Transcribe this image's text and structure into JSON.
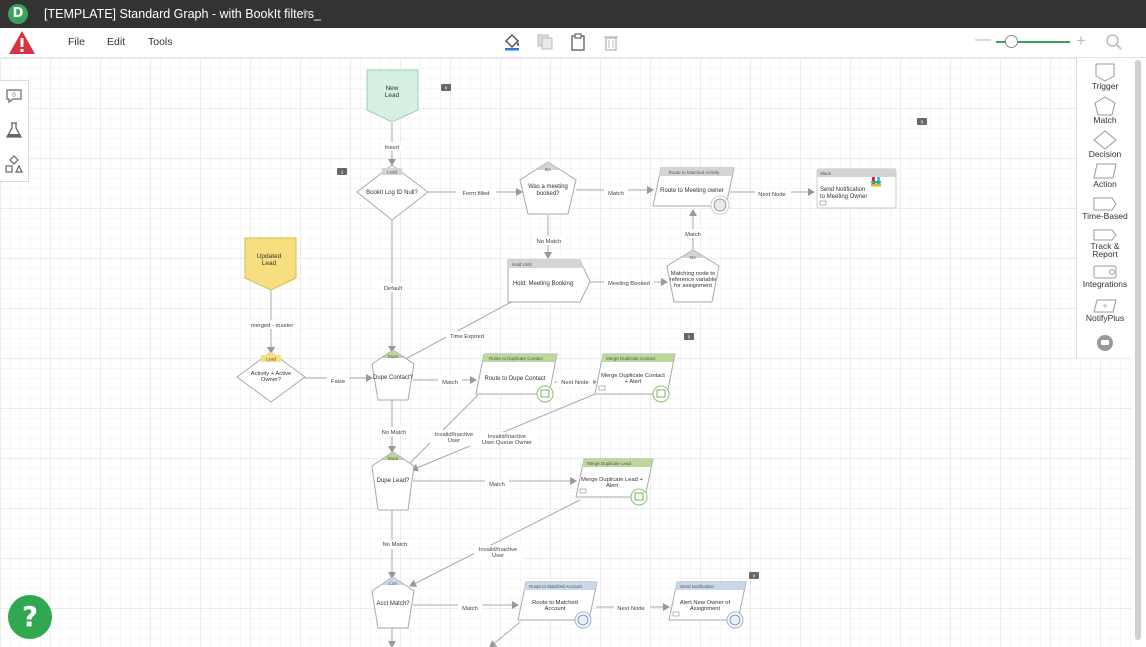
{
  "app": {
    "logo": "D",
    "title": "[TEMPLATE] Standard Graph - with BookIt filters_"
  },
  "menu": {
    "file": "File",
    "edit": "Edit",
    "tools": "Tools"
  },
  "icons": {
    "warning": "warning-triangle-icon",
    "paint": "paint-bucket-icon",
    "copy": "copy-icon",
    "paste": "clipboard-icon",
    "delete": "trash-icon",
    "search": "search-icon",
    "help": "help-question-icon"
  },
  "left_toolbar": {
    "comment_count": "0"
  },
  "palette": [
    {
      "label": "Trigger"
    },
    {
      "label": "Match"
    },
    {
      "label": "Decision"
    },
    {
      "label": "Action"
    },
    {
      "label": "Time-Based"
    },
    {
      "label": "Track &"
    },
    {
      "label": "Report"
    },
    {
      "label": "Integrations"
    },
    {
      "label": "NotifyPlus"
    }
  ],
  "help": {
    "label": "?"
  },
  "colors": {
    "titlebar": "#333333",
    "brand_green": "#3aa35a",
    "warning_red": "#d9333f",
    "trigger_new": "#d6f0e3",
    "trigger_updated": "#f7de7e",
    "header_green": "#bcd89a",
    "header_gray": "#d4d4d4",
    "header_blue": "#c9d7ea"
  },
  "flow": {
    "triggers": {
      "new_lead": [
        "New",
        "Lead"
      ],
      "updated_lead": [
        "Updated",
        "Lead"
      ]
    },
    "nodes": {
      "bookit_log": {
        "header": "Lead",
        "label": "BookIt Log ID Null?"
      },
      "meeting_booked": {
        "header": "BA",
        "label": [
          "Was a meeting",
          "booked?"
        ]
      },
      "route_meeting": {
        "header": "Route to Matched Activity",
        "label": "Route to Meeting owner"
      },
      "slack": {
        "header": "Slack",
        "label": [
          "Send Notification",
          "to Meeting Owner"
        ]
      },
      "hold": {
        "header": "Hold Until",
        "label": "Hold: Meeting Booking"
      },
      "matching_node": {
        "header": "BA",
        "label": [
          "Matching node to",
          "reference variable",
          "for assignment"
        ]
      },
      "activity_owner": {
        "header": "Lead",
        "label": [
          "Activity + Active",
          "Owner?"
        ]
      },
      "dupe_contact": {
        "header": "Dupe",
        "label": "Dupe Contact?"
      },
      "route_dupe_contact": {
        "header": "Route to Duplicate Contact",
        "label": "Route to Dupe Contact"
      },
      "merge_dupe_contact": {
        "header": "Merge Duplicate Contact",
        "label": [
          "Merge Duplicate Contact",
          "+ Alert"
        ]
      },
      "dupe_lead": {
        "header": "Dupe",
        "label": "Dupe Lead?"
      },
      "merge_dupe_lead": {
        "header": "Merge Duplicate Lead",
        "label": [
          "Merge Duplicate Lead +",
          "Alert"
        ]
      },
      "acct_match": {
        "header": "L2A",
        "label": "Acct Match?"
      },
      "route_account": {
        "header": "Route to Matched Account",
        "label": [
          "Route to Matched",
          "Account"
        ]
      },
      "send_notification": {
        "header": "Send Notification",
        "label": [
          "Alert New Owner of",
          "Assignment"
        ]
      }
    },
    "edge_labels": {
      "insert": "Insert",
      "form_filled": "Form filled",
      "match_meeting": "Match",
      "next_node_1": "Next Node",
      "no_match_meeting": "No Match",
      "meeting_booked": "Meeting Booked",
      "match_up": "Match",
      "default": "Default",
      "merged_master": "merged - master",
      "time_expired": "Time Expired",
      "false": "False",
      "match_contact": "Match",
      "next_node_2": "Next Node",
      "no_match_contact": "No Match",
      "invalid_user": [
        "Invalid/Inactive",
        "User"
      ],
      "invalid_queue": [
        "Invalid/Inactive",
        "User Queue Owner"
      ],
      "match_lead": "Match",
      "no_match_lead": "No Match",
      "invalid_user_2": [
        "Invalid/Inactive",
        "User"
      ],
      "match_acct": "Match",
      "next_node_3": "Next Node"
    },
    "comment_counts": {
      "c1": "0",
      "c2": "1",
      "c3": "0",
      "c4": "0",
      "c5": "0"
    }
  }
}
